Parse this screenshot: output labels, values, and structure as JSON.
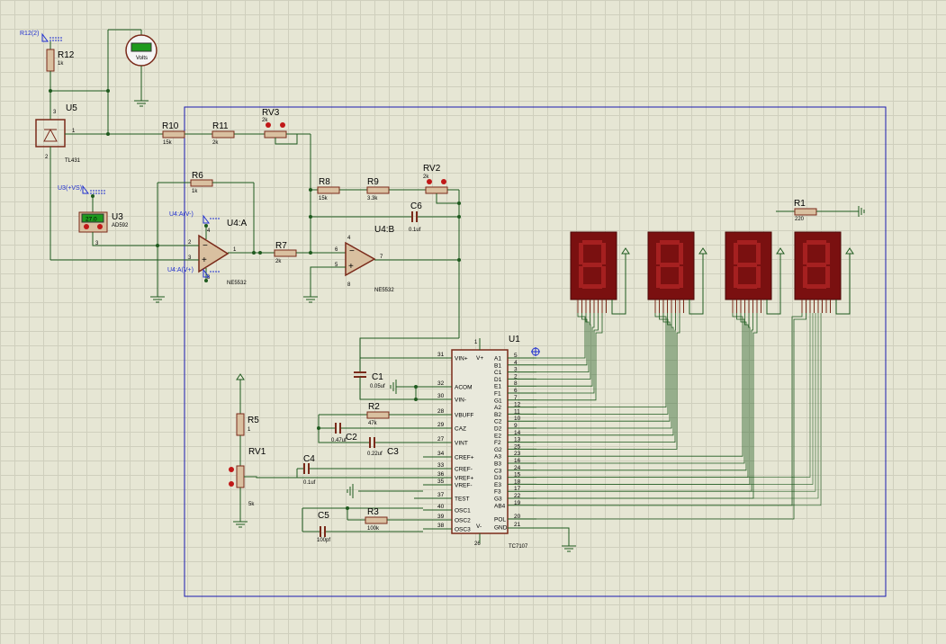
{
  "colors": {
    "wire": "#1e5a1e",
    "frame": "#1a1ab0",
    "component": "#7a2a1a",
    "display_bg": "#7a1010",
    "display_seg": "#a52020",
    "lcd": "#1e9a1e",
    "probe": "#1f2fd0"
  },
  "labels": {
    "R12": "R12",
    "R12_val": "1k",
    "probe_r12": "R12(2)",
    "meter_text": "Volts",
    "U5": "U5",
    "U5_val": "TL431",
    "U3": "U3",
    "U3_val": "AD592",
    "U3_reading": "27.0",
    "probe_u3": "U3(+VS)",
    "R10": "R10",
    "R10_val": "15k",
    "R11": "R11",
    "R11_val": "2k",
    "RV3": "RV3",
    "RV3_val": "2k",
    "R6": "R6",
    "R6_val": "1k",
    "U4A": "U4:A",
    "U4A_val": "NE5532",
    "probe_u4a_neg": "U4:A(V-)",
    "probe_u4a_pos": "U4:A(V+)",
    "R7": "R7",
    "R7_val": "2k",
    "R8": "R8",
    "R8_val": "15k",
    "R9": "R9",
    "R9_val": "3.3k",
    "RV2": "RV2",
    "RV2_val": "2k",
    "C6": "C6",
    "C6_val": "0.1uf",
    "U4B": "U4:B",
    "U4B_val": "NE5532",
    "R1": "R1",
    "R1_val": "220",
    "U1": "U1",
    "U1_val": "TC7107",
    "C1": "C1",
    "C1_val": "0.05uf",
    "R2": "R2",
    "R2_val": "47k",
    "C2": "C2",
    "C2_val": "0.47uf",
    "C3": "C3",
    "C3_val": "0.22uf",
    "R5": "R5",
    "R5_val": "1",
    "RV1": "RV1",
    "RV1_val": "5k",
    "C4": "C4",
    "C4_val": "0.1uf",
    "C5": "C5",
    "C5_val": "100pf",
    "R3": "R3",
    "R3_val": "100k"
  },
  "ic_left_pins": [
    {
      "num": "31",
      "name": "VIN+"
    },
    {
      "num": "32",
      "name": "ACOM"
    },
    {
      "num": "30",
      "name": "VIN-"
    },
    {
      "num": "28",
      "name": "VBUFF"
    },
    {
      "num": "29",
      "name": "CAZ"
    },
    {
      "num": "27",
      "name": "VINT"
    },
    {
      "num": "34",
      "name": "CREF+"
    },
    {
      "num": "33",
      "name": "CREF-"
    },
    {
      "num": "36",
      "name": "VREF+"
    },
    {
      "num": "35",
      "name": "VREF-"
    },
    {
      "num": "37",
      "name": "TEST"
    },
    {
      "num": "40",
      "name": "OSC1"
    },
    {
      "num": "39",
      "name": "OSC2"
    },
    {
      "num": "38",
      "name": "OSC3"
    }
  ],
  "ic_right_pins": [
    {
      "num": "5",
      "name": "A1"
    },
    {
      "num": "4",
      "name": "B1"
    },
    {
      "num": "3",
      "name": "C1"
    },
    {
      "num": "2",
      "name": "D1"
    },
    {
      "num": "8",
      "name": "E1"
    },
    {
      "num": "6",
      "name": "F1"
    },
    {
      "num": "7",
      "name": "G1"
    },
    {
      "num": "12",
      "name": "A2"
    },
    {
      "num": "11",
      "name": "B2"
    },
    {
      "num": "10",
      "name": "C2"
    },
    {
      "num": "9",
      "name": "D2"
    },
    {
      "num": "14",
      "name": "E2"
    },
    {
      "num": "13",
      "name": "F2"
    },
    {
      "num": "25",
      "name": "G2"
    },
    {
      "num": "23",
      "name": "A3"
    },
    {
      "num": "16",
      "name": "B3"
    },
    {
      "num": "24",
      "name": "C3"
    },
    {
      "num": "15",
      "name": "D3"
    },
    {
      "num": "18",
      "name": "E3"
    },
    {
      "num": "17",
      "name": "F3"
    },
    {
      "num": "22",
      "name": "G3"
    },
    {
      "num": "19",
      "name": "AB4"
    },
    {
      "num": "20",
      "name": "POL"
    },
    {
      "num": "21",
      "name": "GND"
    }
  ],
  "ic_top_pin": "1",
  "ic_bottom_pin": "26",
  "ic_vplus": "V+",
  "ic_vminus": "V-",
  "opamp_pins": {
    "a_in_neg": "2",
    "a_in_pos": "3",
    "a_out": "1",
    "a_top": "4",
    "a_bot": "8",
    "b_in_neg": "6",
    "b_in_pos": "5",
    "b_out": "7",
    "b_top": "4",
    "b_bot": "8"
  },
  "u5_pins": {
    "top": "3",
    "right": "1",
    "bottom": "2"
  },
  "u3_pin": "3",
  "displays": 4
}
